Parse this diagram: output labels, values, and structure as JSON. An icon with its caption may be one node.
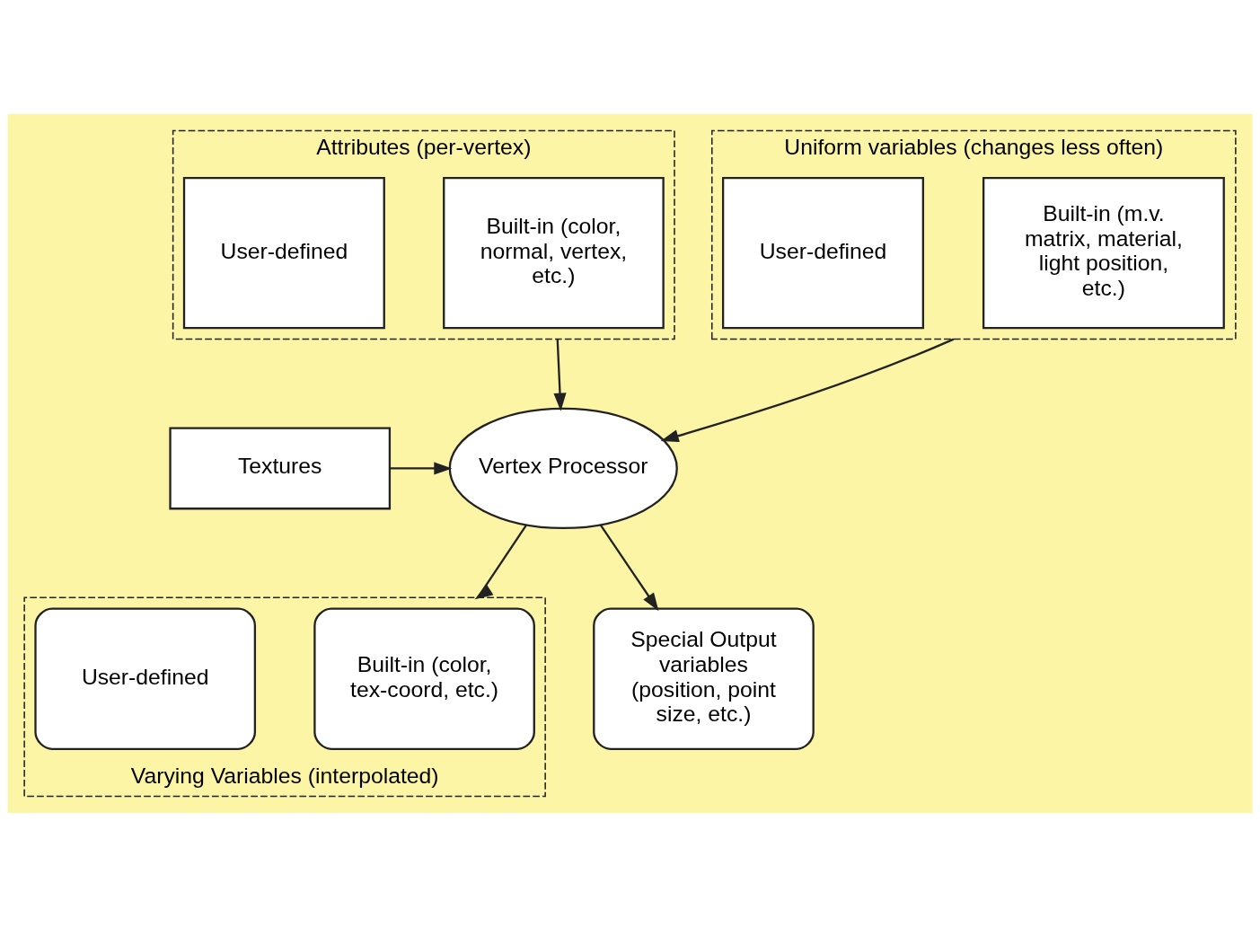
{
  "diagram": {
    "nodes": [
      {
        "text": [
          "Attributes (per-vertex)"
        ]
      },
      {
        "text": [
          "Built-in (color, normal, vertex, etc.)"
        ],
        "in": 0
      },
      {
        "text": [
          "User-defined"
        ],
        "in": 0
      },
      {
        "text": [
          "Uniform variables (changes less often)"
        ]
      },
      {
        "text": [
          "Built-in (m.v. matrix, material, light position, etc.)"
        ],
        "in": 3
      },
      {
        "text": [
          "User-defined"
        ],
        "in": 3
      },
      {
        "text": [
          "Textures"
        ]
      },
      {
        "text": [
          "Vertex Processor"
        ]
      },
      {
        "text": [
          "Varying Variables (interpolated)"
        ]
      },
      {
        "text": [
          "Built-in (color, tex-coord, etc.)"
        ],
        "in": 8
      },
      {
        "text": [
          "User-defined"
        ],
        "in": 8
      },
      {
        "text": [
          "Special Output variables (position, point size, etc.)"
        ]
      }
    ],
    "edges": [
      {
        "from": 0,
        "to": 7,
        "arrow": "to"
      },
      {
        "from": 3,
        "to": 7,
        "arrow": "to"
      },
      {
        "from": 6,
        "to": 7,
        "arrow": "to"
      },
      {
        "from": 7,
        "to": 8,
        "arrow": "to"
      },
      {
        "from": 7,
        "to": 11,
        "arrow": "to"
      }
    ]
  }
}
